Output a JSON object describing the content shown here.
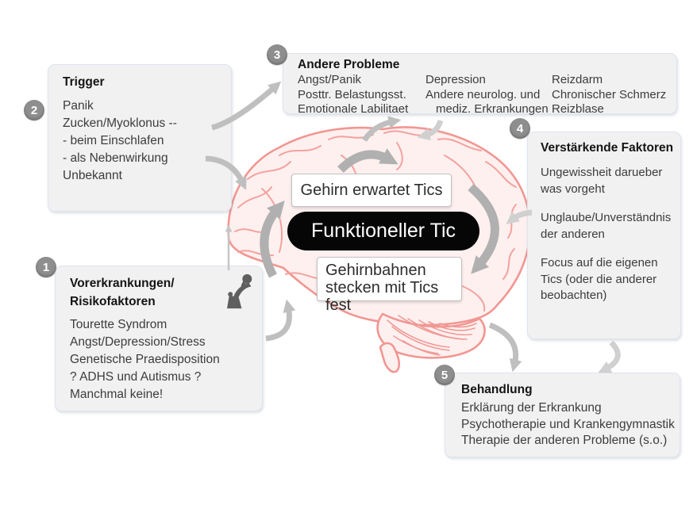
{
  "center": {
    "expect_label": "Gehirn erwartet Tics",
    "pill_label": "Funktioneller Tic",
    "stuck_line1": "Gehirnbahnen",
    "stuck_line2": "stecken mit Tics fest"
  },
  "panels": {
    "risk": {
      "number": "1",
      "title_line1": "Vorerkrankungen/",
      "title_line2": "Risikofaktoren",
      "lines": [
        "Tourette Syndrom",
        "Angst/Depression/Stress",
        "Genetische Praedisposition",
        "? ADHS und Autismus ?",
        "Manchmal keine!"
      ]
    },
    "trigger": {
      "number": "2",
      "title": "Trigger",
      "lines": [
        "Panik",
        "Zucken/Myoklonus --",
        "- beim Einschlafen",
        "- als Nebenwirkung",
        "Unbekannt"
      ]
    },
    "problems": {
      "number": "3",
      "title": "Andere Probleme",
      "columns": [
        [
          "Angst/Panik",
          "Posttr. Belastungsst.",
          "Emotionale Labilitaet"
        ],
        [
          "Depression",
          "Andere neurolog. und",
          "mediz. Erkrankungen"
        ],
        [
          "Reizdarm",
          "Chronischer Schmerz",
          "Reizblase"
        ]
      ]
    },
    "reinforce": {
      "number": "4",
      "title": "Verstärkende Faktoren",
      "paragraphs": [
        "Ungewissheit darueber was vorgeht",
        "Unglaube/Unverständnis der anderen",
        "Focus auf die eigenen Tics (oder die anderer beobachten)"
      ]
    },
    "treatment": {
      "number": "5",
      "title": "Behandlung",
      "lines": [
        "Erklärung der Erkrankung",
        "Psychotherapie und Krankengymnastik",
        "Therapie der anderen Probleme (s.o.)"
      ]
    }
  },
  "icons": {
    "stressed_person": "stressed-person-icon",
    "brain": "brain-illustration"
  },
  "colors": {
    "panel_bg": "#f1f1f2",
    "panel_border": "#dfe4ec",
    "badge_gray": "#8e8e8e",
    "arrow_gray": "#b0b0b0",
    "arrow_light": "#d0d0d0",
    "brain_pink": "#f29692",
    "brain_fill": "#fdf0ef",
    "pill_black": "#060606"
  }
}
